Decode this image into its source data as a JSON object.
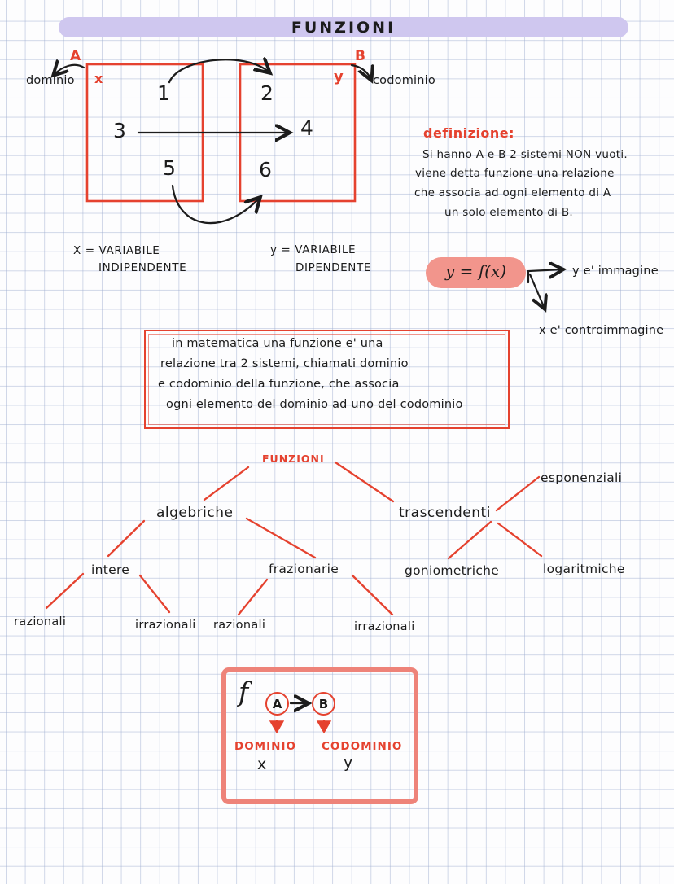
{
  "title": {
    "text": "FUNZIONI"
  },
  "set_diagram": {
    "set_a_label": "A",
    "set_b_label": "B",
    "x_label": "x",
    "y_label": "y",
    "dominio_label": "dominio",
    "codominio_label": "codominio",
    "set_a_elements": [
      "1",
      "3",
      "5"
    ],
    "set_b_elements": [
      "2",
      "4",
      "6"
    ]
  },
  "definition_note": {
    "heading": "definizione:",
    "line1": "Si hanno A e B 2 sistemi NON vuoti.",
    "line2": "viene detta funzione una relazione",
    "line3": "che associa ad ogni elemento di A",
    "line4": "un solo elemento di B."
  },
  "variables": {
    "x_line1": "X = VARIABILE",
    "x_line2": "INDIPENDENTE",
    "y_line1": "y = VARIABILE",
    "y_line2": "DIPENDENTE"
  },
  "function_notation": {
    "formula": "y = f(x)",
    "image_label": "y e' immagine",
    "preimage_label": "x e' controimmagine"
  },
  "definition_box": {
    "line1": "in matematica una funzione e' una",
    "line2": "relazione tra 2 sistemi, chiamati dominio",
    "line3": "e codominio della funzione, che associa",
    "line4": "ogni elemento del dominio ad uno del codominio"
  },
  "tree": {
    "root": "FUNZIONI",
    "algebriche": "algebriche",
    "trascendenti": "trascendenti",
    "intere": "intere",
    "frazionarie": "frazionarie",
    "esponenziali": "esponenziali",
    "goniometriche": "goniometriche",
    "logaritmiche": "logaritmiche",
    "intere_razionali": "razionali",
    "intere_irrazionali": "irrazionali",
    "frazionarie_razionali": "razionali",
    "frazionarie_irrazionali": "irrazionali"
  },
  "mapping_box": {
    "f_symbol": "f",
    "a_label": "A",
    "b_label": "B",
    "dominio_label": "DOMINIO",
    "codominio_label": "CODOMINIO",
    "x_label": "x",
    "y_label": "y"
  },
  "colors": {
    "red_ink": "#e5422f",
    "salmon_highlight": "#f2958c",
    "salmon_border": "#ee8379",
    "lavender_highlight": "#cfc7ef",
    "black_ink": "#1c1c1c",
    "grid_line": "#9eadd0"
  }
}
